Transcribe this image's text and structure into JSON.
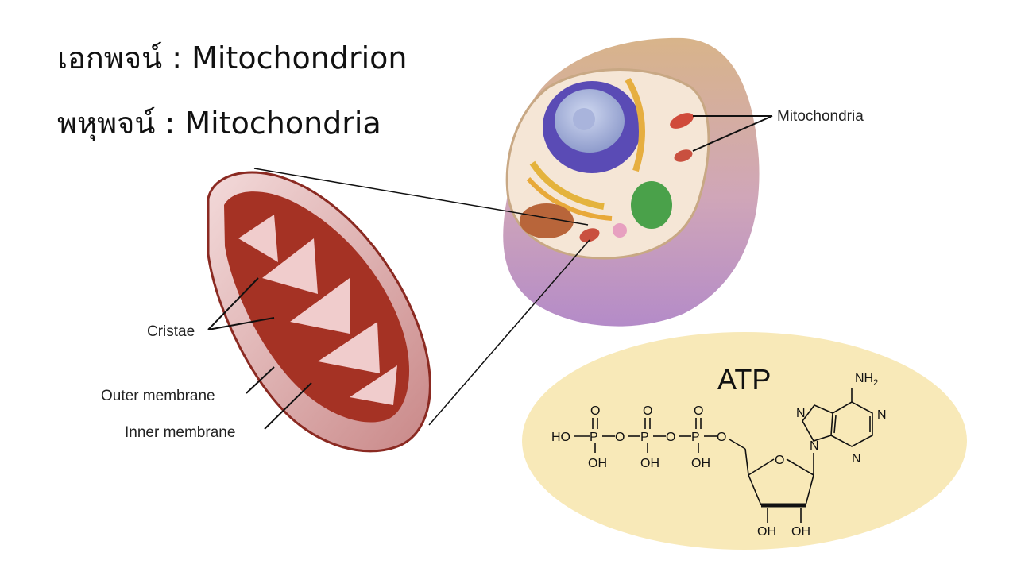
{
  "headings": {
    "singular": "เอกพจน์ : Mitochondrion",
    "plural": "พหุพจน์ : Mitochondria"
  },
  "cell_diagram": {
    "label": "Mitochondria"
  },
  "mitochondrion_diagram": {
    "labels": {
      "cristae": "Cristae",
      "outer_membrane": "Outer membrane",
      "inner_membrane": "Inner membrane"
    }
  },
  "atp_panel": {
    "title": "ATP",
    "atoms": {
      "ho": "HO",
      "p": "P",
      "o": "O",
      "oh": "OH",
      "n": "N",
      "nh2": "NH",
      "sub2": "2"
    }
  },
  "colors": {
    "mito_outer": "#c98a8a",
    "mito_inner": "#9b2b1f",
    "mito_light": "#f3dede",
    "atp_bg": "#f8e9b8",
    "cell_outer": "#d9b98f",
    "cell_purple": "#b48bc8"
  }
}
